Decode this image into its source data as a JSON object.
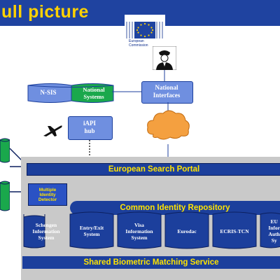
{
  "title": "ull picture",
  "logo": {
    "line1": "European",
    "line2": "Commission",
    "star_color": "#ffd200",
    "flag_color": "#1f43a0"
  },
  "systems_top": {
    "nsis": "N-SIS",
    "national_systems": [
      "National",
      "Systems"
    ],
    "national_interfaces": [
      "National",
      "Interfaces"
    ]
  },
  "iapi_hub": [
    "iAPI",
    "hub"
  ],
  "search_portal": "European Search Portal",
  "mid": [
    "Multiple",
    "Identity",
    "Detector"
  ],
  "cir": "Common Identity Repository",
  "stores": [
    {
      "label": [
        "Schengen",
        "Information",
        "System"
      ]
    },
    {
      "label": [
        "Entry/Exit",
        "System"
      ]
    },
    {
      "label": [
        "Visa",
        "Information",
        "System"
      ]
    },
    {
      "label": [
        "Eurodac"
      ]
    },
    {
      "label": [
        "ECRIS-TCN"
      ]
    },
    {
      "label": [
        "EU",
        "Infor",
        "Auth",
        "Sy"
      ]
    }
  ],
  "sbms": "Shared Biometric Matching Service",
  "colors": {
    "blue": "#1c3f9c",
    "light_blue": "#6f8fe0",
    "green": "#1aa84c",
    "yellow": "#ffe400",
    "grey": "#c9c9c9"
  }
}
